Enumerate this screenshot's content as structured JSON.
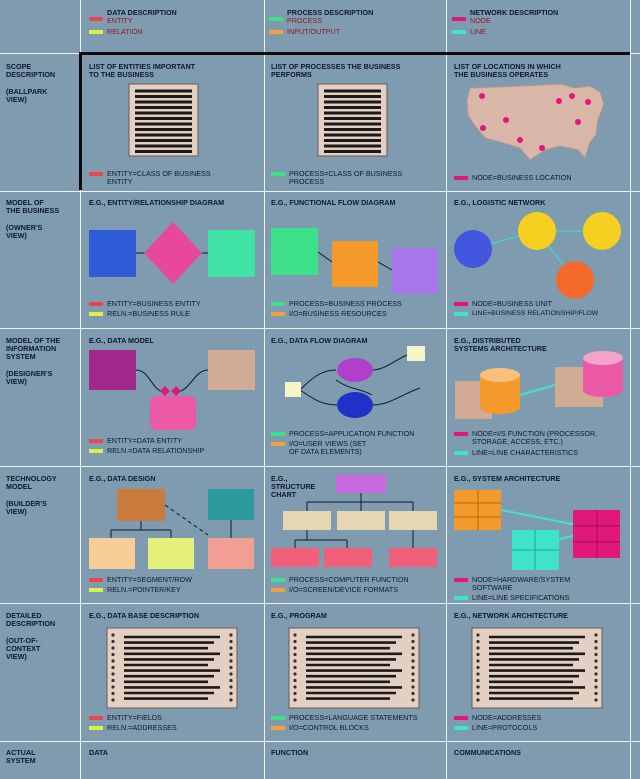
{
  "colors": {
    "background": "#7f9bb0",
    "red": "#e8484f",
    "yellow_green": "#d9f044",
    "green": "#3fe08a",
    "orange": "#f3a23a",
    "magenta": "#e0187a",
    "teal": "#3fe3c7",
    "doc_bg": "#e4cfc3"
  },
  "header": {
    "data_title": "DATA DESCRIPTION",
    "data_items": [
      "ENTITY",
      "RELATION"
    ],
    "process_title": "PROCESS DESCRIPTION",
    "process_items": [
      "PROCESS",
      "INPUT/OUTPUT"
    ],
    "network_title": "NETWORK DESCRIPTION",
    "network_items": [
      "NODE",
      "LINE"
    ]
  },
  "rows": [
    {
      "label": "SCOPE\nDESCRIPTION\n\n(BALLPARK\nVIEW)",
      "data": {
        "title": "LIST OF ENTITIES IMPORTANT\nTO THE BUSINESS",
        "legend": [
          "ENTITY=CLASS OF BUSINESS\n  ENTITY"
        ]
      },
      "process": {
        "title": "LIST OF PROCESSES THE BUSINESS\nPERFORMS",
        "legend": [
          "PROCESS=CLASS OF BUSINESS\n  PROCESS"
        ]
      },
      "network": {
        "title": "LIST OF LOCATIONS IN WHICH\nTHE BUSINESS OPERATES",
        "legend": [
          "NODE=BUSINESS LOCATION"
        ]
      }
    },
    {
      "label": "MODEL OF\nTHE BUSINESS\n\n(OWNER'S\nVIEW)",
      "data": {
        "title": "E.G., ENTITY/RELATIONSHIP DIAGRAM",
        "legend": [
          "ENTITY=BUSINESS ENTITY",
          "RELN.=BUSINESS RULE"
        ]
      },
      "process": {
        "title": "E.G., FUNCTIONAL FLOW DIAGRAM",
        "legend": [
          "PROCESS=BUSINESS PROCESS",
          "I/O=BUSINESS RESOURCES"
        ]
      },
      "network": {
        "title": "E.G., LOGISTIC NETWORK",
        "legend": [
          "NODE=BUSINESS UNIT",
          "LINE=BUSINESS RELATIONSHIP/FLOW"
        ]
      }
    },
    {
      "label": "MODEL OF THE\nINFORMATION\nSYSTEM\n\n(DESIGNER'S\nVIEW)",
      "data": {
        "title": "E.G., DATA MODEL",
        "legend": [
          "ENTITY=DATA ENTITY",
          "RELN.=DATA RELATIONSHIP"
        ]
      },
      "process": {
        "title": "E.G., DATA FLOW DIAGRAM",
        "legend": [
          "PROCESS=APPLICATION FUNCTION",
          "I/O=USER VIEWS (SET\n   OF DATA ELEMENTS)"
        ]
      },
      "network": {
        "title": "E.G., DISTRIBUTED\nSYSTEMS ARCHITECTURE",
        "legend": [
          "NODE=I/S FUNCTION (PROCESSOR,\n  STORAGE, ACCESS, ETC.)",
          "LINE=LINE CHARACTERISTICS"
        ]
      }
    },
    {
      "label": "TECHNOLOGY\nMODEL\n\n(BUILDER'S\nVIEW)",
      "data": {
        "title": "E.G., DATA DESIGN",
        "legend": [
          "ENTITY=SEGMENT/ROW",
          "RELN.=POINTER/KEY"
        ]
      },
      "process": {
        "title": "E.G.,\nSTRUCTURE\nCHART",
        "legend": [
          "PROCESS=COMPUTER FUNCTION",
          "I/O=SCREEN/DEVICE FORMATS"
        ]
      },
      "network": {
        "title": "E.G., SYSTEM ARCHITECTURE",
        "legend": [
          "NODE=HARDWARE/SYSTEM\n  SOFTWARE",
          "LINE=LINE SPECIFICATIONS"
        ]
      }
    },
    {
      "label": "DETAILED\nDESCRIPTION\n\n(OUT-OF-\nCONTEXT\nVIEW)",
      "data": {
        "title": "E.G., DATA BASE DESCRIPTION",
        "legend": [
          "ENTITY=FIELDS",
          "RELN.=ADDRESSES"
        ]
      },
      "process": {
        "title": "E.G., PROGRAM",
        "legend": [
          "PROCESS=LANGUAGE STATEMENTS",
          "I/O=CONTROL BLOCKS"
        ]
      },
      "network": {
        "title": "E.G., NETWORK ARCHITECTURE",
        "legend": [
          "NODE=ADDRESSES",
          "LINE=PROTOCOLS"
        ]
      }
    },
    {
      "label": "ACTUAL\nSYSTEM",
      "data": {
        "title": "DATA"
      },
      "process": {
        "title": "FUNCTION"
      },
      "network": {
        "title": "COMMUNICATIONS"
      }
    }
  ]
}
